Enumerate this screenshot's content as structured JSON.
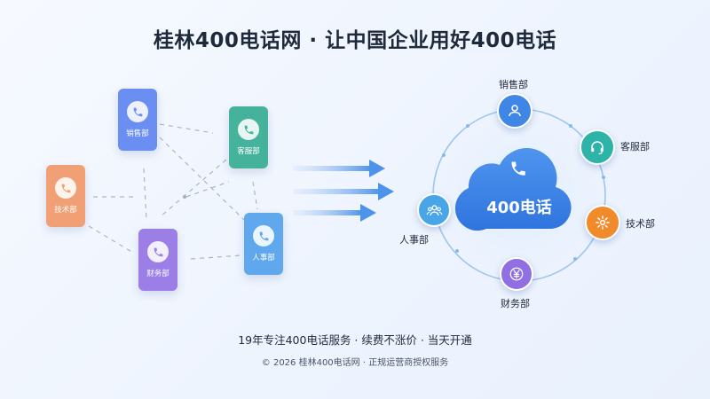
{
  "title": "桂林400电话网 · 让中国企业用好400电话",
  "departments": {
    "sales": "销售部",
    "service": "客服部",
    "tech": "技术部",
    "finance": "财务部",
    "hr": "人事部"
  },
  "hub": {
    "center_label": "400电话"
  },
  "tagline": "19年专注400电话服务 · 续费不涨价 · 当天开通",
  "footer": "© 2026 桂林400电话网 · 正规运营商授权服务",
  "colors": {
    "sales": "#6b8ef2",
    "service": "#45b29b",
    "tech": "#f0a074",
    "finance": "#9b7ee6",
    "hr": "#5fa8ee",
    "hub_blue": "#3f86e6",
    "hub_teal": "#2db3a8",
    "hub_orange": "#f08a2a",
    "hub_purple": "#8f6fe2",
    "hub_lightblue": "#48a6e8"
  },
  "icons": {
    "phone": "phone-icon",
    "person": "person-icon",
    "headset": "headset-icon",
    "gear": "gear-icon",
    "yen": "yen-icon",
    "group": "group-icon",
    "cloud": "cloud-icon",
    "arrow": "arrow-right-icon"
  }
}
